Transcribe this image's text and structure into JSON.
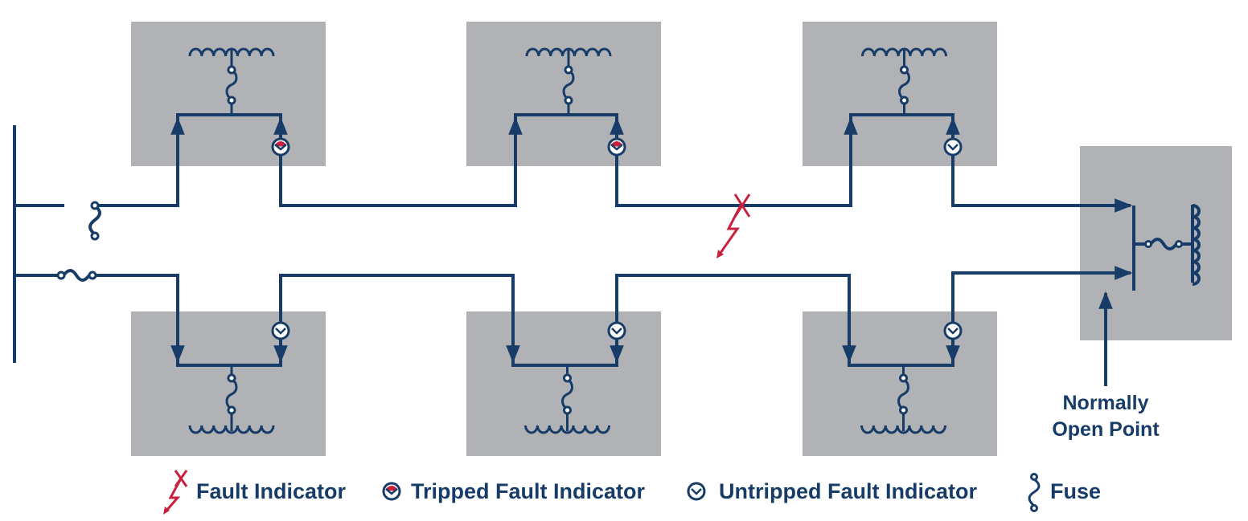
{
  "colors": {
    "line": "#173c67",
    "box": "#b1b2b6",
    "fault": "#c8203f",
    "background": "#ffffff"
  },
  "diagram": {
    "feeder_paths": [
      "upper-feeder",
      "lower-feeder"
    ],
    "substations": [
      {
        "id": "upper-1",
        "fault_indicator_state": "tripped"
      },
      {
        "id": "upper-2",
        "fault_indicator_state": "tripped"
      },
      {
        "id": "upper-3",
        "fault_indicator_state": "untripped"
      },
      {
        "id": "lower-1",
        "fault_indicator_state": "untripped"
      },
      {
        "id": "lower-2",
        "fault_indicator_state": "untripped"
      },
      {
        "id": "lower-3",
        "fault_indicator_state": "untripped"
      }
    ],
    "fault_location": "between upper-2 and upper-3",
    "nop_label_lines": [
      "Normally",
      "Open Point"
    ]
  },
  "legend": {
    "fault": {
      "label": "Fault Indicator",
      "icon": "fault-bolt-icon"
    },
    "tripped": {
      "label": "Tripped Fault Indicator",
      "icon": "tripped-indicator-icon"
    },
    "untripped": {
      "label": "Untripped Fault Indicator",
      "icon": "untripped-indicator-icon"
    },
    "fuse": {
      "label": "Fuse",
      "icon": "fuse-icon"
    }
  }
}
